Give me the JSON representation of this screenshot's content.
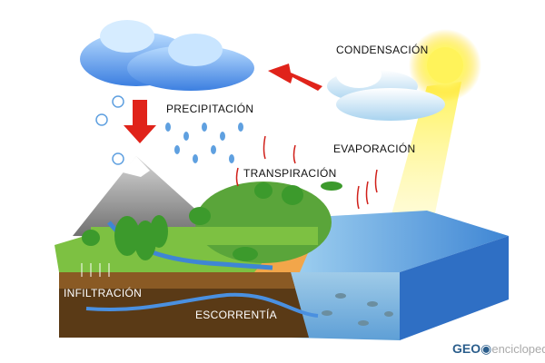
{
  "labels": {
    "condensation": "CONDENSACIÓN",
    "precipitation": "PRECIPITACIÓN",
    "evaporation": "EVAPORACIÓN",
    "transpiration": "TRANSPIRACIÓN",
    "infiltration": "INFILTRACIÓN",
    "runoff": "ESCORRENTÍA"
  },
  "logo": {
    "brand": "GEO",
    "suffix": "enciclopedia"
  },
  "colors": {
    "water": "#3f86d4",
    "arrow": "#e0231a",
    "sun": "#ffe21a",
    "soil": "#5a3a16",
    "grass": "#7dc142"
  }
}
